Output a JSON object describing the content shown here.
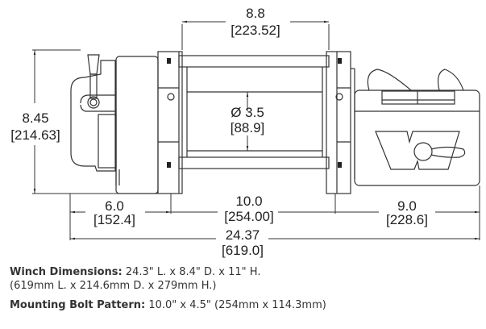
{
  "diagram": {
    "subject": "winch-dimension-drawing",
    "units_note": "inches [millimeters]",
    "dimensions": {
      "drum_width": {
        "in": "8.8",
        "mm": "[223.52]"
      },
      "height": {
        "in": "8.45",
        "mm": "[214.63]"
      },
      "drum_diameter": {
        "in": "Ø 3.5",
        "mm": "[88.9]"
      },
      "motor_offset": {
        "in": "6.0",
        "mm": "[152.4]"
      },
      "bolt_spacing": {
        "in": "10.0",
        "mm": "[254.00]"
      },
      "control_pack": {
        "in": "9.0",
        "mm": "[228.6]"
      },
      "overall_length": {
        "in": "24.37",
        "mm": "[619.0]"
      }
    },
    "line_color": "#333333"
  },
  "specs": {
    "winch_dimensions": {
      "label": "Winch Dimensions:",
      "value_in": " 24.3\" L. x 8.4\" D. x 11\" H.",
      "value_mm": "(619mm L. x 214.6mm D. x 279mm H.)"
    },
    "mounting_bolt_pattern": {
      "label": "Mounting Bolt Pattern:",
      "value": " 10.0\" x 4.5\" (254mm x 114.3mm)"
    }
  }
}
